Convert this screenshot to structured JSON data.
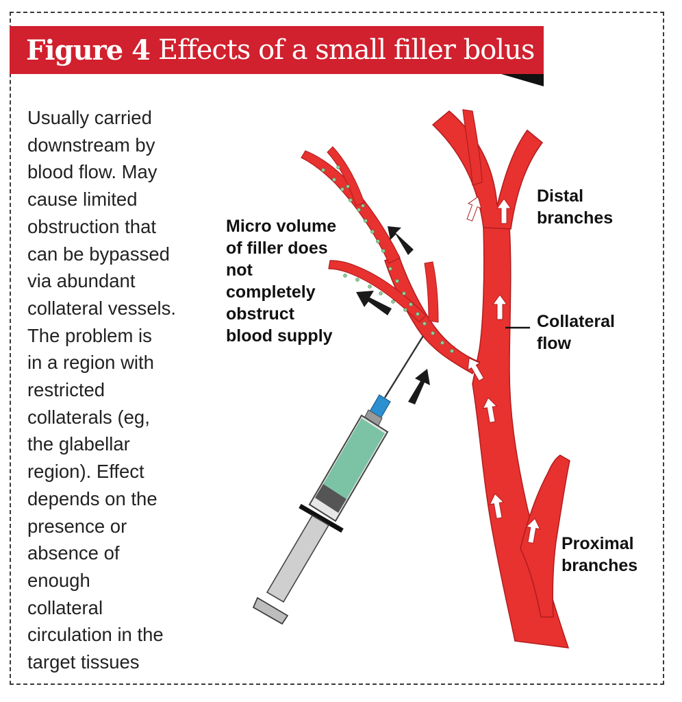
{
  "figure": {
    "number": "Figure 4",
    "title": "Effects of a small filler bolus"
  },
  "description_lines": [
    "Usually carried",
    "downstream by",
    "blood flow. May",
    "cause limited",
    "obstruction that",
    "can be bypassed",
    "via abundant",
    "collateral vessels.",
    "The problem is",
    "in a region with",
    "restricted",
    "collaterals (eg,",
    "the glabellar",
    "region). Effect",
    "depends on the",
    "presence or",
    "absence of",
    "enough",
    "collateral",
    "circulation in the",
    "target tissues"
  ],
  "labels": {
    "micro_volume": [
      "Micro volume",
      "of filler does",
      "not",
      "completely",
      "obstruct",
      "blood supply"
    ],
    "distal": [
      "Distal",
      "branches"
    ],
    "collateral": [
      "Collateral",
      "flow"
    ],
    "proximal": [
      "Proximal",
      "branches"
    ]
  },
  "colors": {
    "banner": "#d1202e",
    "vessel": "#e8322f",
    "vessel_dark": "#b01c1f",
    "filler_dots": "#8fcf9a",
    "syringe_fluid": "#7cc3a6",
    "needle_hub": "#2b8fd0"
  },
  "icons": [
    "flow-arrow-icon",
    "syringe-icon"
  ]
}
